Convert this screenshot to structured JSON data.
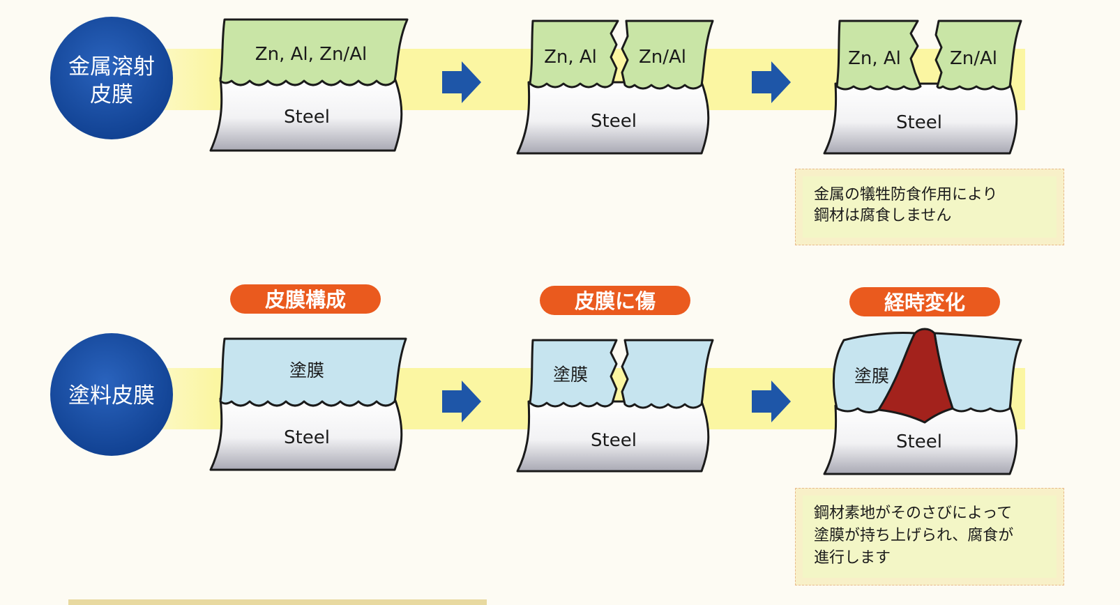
{
  "rows": {
    "metal": {
      "label_line1": "金属溶射",
      "label_line2": "皮膜",
      "panel1": {
        "top": "Zn, Al, Zn/Al",
        "bottom": "Steel"
      },
      "panel2": {
        "left": "Zn, Al",
        "right": "Zn/Al",
        "bottom": "Steel"
      },
      "panel3": {
        "left": "Zn, Al",
        "right": "Zn/Al",
        "bottom": "Steel"
      },
      "note": "金属の犠牲防食作用により\n鋼材は腐食しません"
    },
    "paint": {
      "label": "塗料皮膜",
      "panel1": {
        "top": "塗膜",
        "bottom": "Steel"
      },
      "panel2": {
        "left": "塗膜",
        "bottom": "Steel"
      },
      "panel3": {
        "left": "塗膜",
        "bottom": "Steel"
      },
      "note": "鋼材素地がそのさびによって\n塗膜が持ち上げられ、腐食が\n進行します"
    }
  },
  "stages": [
    "皮膜構成",
    "皮膜に傷",
    "経時変化"
  ],
  "colors": {
    "circle": "#1a4ea3",
    "metal_fill": "#c9e5a6",
    "paint_fill": "#c6e4ef",
    "rust": "#a3221c",
    "pill": "#ea5a1e",
    "arrow": "#1e56a8",
    "band": "#fbf6a2"
  }
}
